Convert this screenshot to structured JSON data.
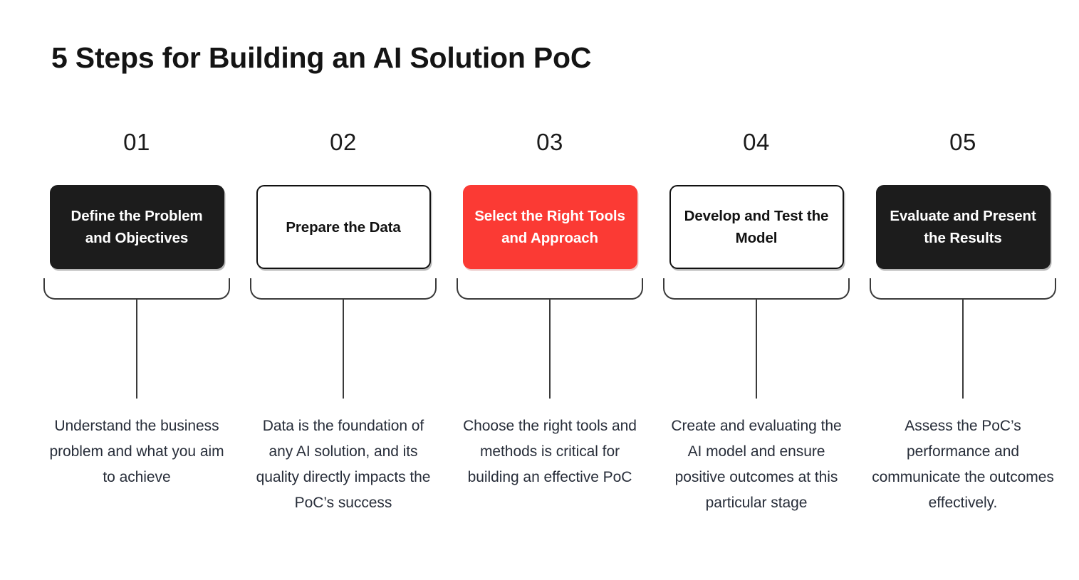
{
  "header": {
    "title": "5 Steps for Building an AI Solution PoC"
  },
  "theme": {
    "background": "#ffffff",
    "title_color": "#141414",
    "accent_red": "#fb3a34",
    "dark_card": "#1c1c1c",
    "light_card_border": "#111111",
    "connector_line": "#3a3a3a",
    "description_text": "#272d39"
  },
  "steps": [
    {
      "number": "01",
      "title": "Define the Problem and Objectives",
      "description": "Understand  the business problem and what you aim to achieve",
      "style": "dark"
    },
    {
      "number": "02",
      "title": "Prepare the Data",
      "description": "Data is the foundation of any AI solution, and its quality directly impacts the PoC’s success",
      "style": "light"
    },
    {
      "number": "03",
      "title": "Select the Right Tools and Approach",
      "description": "Choose the right tools and methods is critical for building an effective PoC",
      "style": "accent"
    },
    {
      "number": "04",
      "title": "Develop and Test the Model",
      "description": "Create and evaluating the AI model and ensure positive outcomes at this particular stage",
      "style": "light"
    },
    {
      "number": "05",
      "title": "Evaluate and Present the Results",
      "description": "Assess the PoC’s performance and communicate the outcomes effectively.",
      "style": "dark"
    }
  ]
}
